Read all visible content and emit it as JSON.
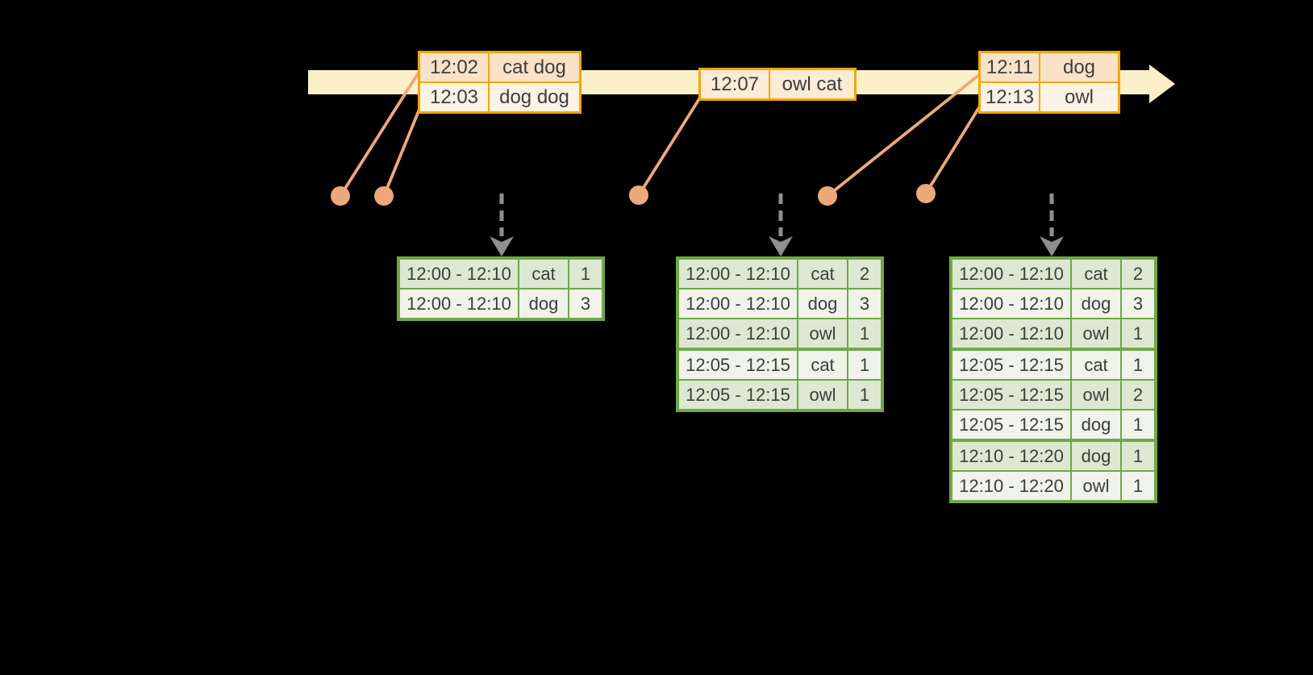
{
  "colors": {
    "background": "#000000",
    "timeline_fill": "#FCF0C8",
    "event_table_border": "#F2A707",
    "event_row_dark": "#FAE2C8",
    "event_row_light": "#FDF3E4",
    "event_single_row": "#FCEBD5",
    "connector_salmon": "#EEA87A",
    "trigger_arrow_gray": "#8F8F8F",
    "result_table_border": "#70A846",
    "result_row_dark": "#DCE8D2",
    "result_row_light": "#EFF3EA",
    "table_text": "#3D3D3D"
  },
  "event_tables": [
    {
      "name": "events-batch-1",
      "rows": [
        {
          "time": "12:02",
          "words": "cat dog"
        },
        {
          "time": "12:03",
          "words": "dog dog"
        }
      ]
    },
    {
      "name": "events-batch-2",
      "rows": [
        {
          "time": "12:07",
          "words": "owl cat"
        }
      ]
    },
    {
      "name": "events-batch-3",
      "rows": [
        {
          "time": "12:11",
          "words": "dog"
        },
        {
          "time": "12:13",
          "words": "owl"
        }
      ]
    }
  ],
  "result_tables": [
    {
      "name": "result-table-1",
      "rows": [
        {
          "window": "12:00 - 12:10",
          "word": "cat",
          "count": "1"
        },
        {
          "window": "12:00 - 12:10",
          "word": "dog",
          "count": "3"
        }
      ]
    },
    {
      "name": "result-table-2",
      "rows": [
        {
          "window": "12:00 - 12:10",
          "word": "cat",
          "count": "2"
        },
        {
          "window": "12:00 - 12:10",
          "word": "dog",
          "count": "3"
        },
        {
          "window": "12:00 - 12:10",
          "word": "owl",
          "count": "1"
        },
        {
          "window": "12:05 - 12:15",
          "word": "cat",
          "count": "1",
          "new_group": true
        },
        {
          "window": "12:05 - 12:15",
          "word": "owl",
          "count": "1"
        }
      ]
    },
    {
      "name": "result-table-3",
      "rows": [
        {
          "window": "12:00 - 12:10",
          "word": "cat",
          "count": "2"
        },
        {
          "window": "12:00 - 12:10",
          "word": "dog",
          "count": "3"
        },
        {
          "window": "12:00 - 12:10",
          "word": "owl",
          "count": "1"
        },
        {
          "window": "12:05 - 12:15",
          "word": "cat",
          "count": "1",
          "new_group": true
        },
        {
          "window": "12:05 - 12:15",
          "word": "owl",
          "count": "2"
        },
        {
          "window": "12:05 - 12:15",
          "word": "dog",
          "count": "1"
        },
        {
          "window": "12:10 - 12:20",
          "word": "dog",
          "count": "1",
          "new_group": true
        },
        {
          "window": "12:10 - 12:20",
          "word": "owl",
          "count": "1"
        }
      ]
    }
  ]
}
